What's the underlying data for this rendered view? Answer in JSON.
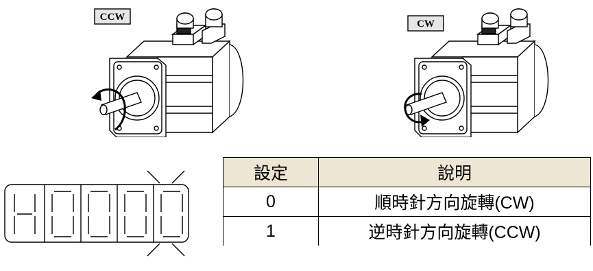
{
  "motors": {
    "left": {
      "label": "CCW",
      "rotation": "counter-clockwise"
    },
    "right": {
      "label": "CW",
      "rotation": "clockwise"
    }
  },
  "display": {
    "digits": [
      "H",
      "0",
      "0",
      "0",
      "0"
    ],
    "blinking_digit_index": 4
  },
  "table": {
    "headers": [
      "設定",
      "說明"
    ],
    "rows": [
      {
        "value": "0",
        "description": "順時針方向旋轉(CW)"
      },
      {
        "value": "1",
        "description": "逆時針方向旋轉(CCW)"
      }
    ],
    "header_bg": "#ece6d3"
  }
}
